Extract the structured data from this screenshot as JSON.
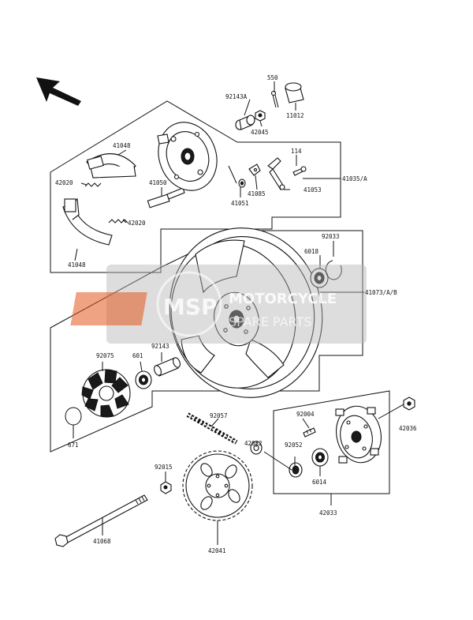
{
  "watermark": {
    "logo": "MSP",
    "line1": "MOTORCYCLE",
    "line2": "SPARE PARTS",
    "colors": {
      "accent": "#e2571e",
      "panel": "#b4b4b4"
    }
  },
  "labels": {
    "p550": "550",
    "p92143a": "92143A",
    "p11012": "11012",
    "p42045": "42045",
    "p41048a": "41048",
    "p42020a": "42020",
    "p41050": "41050",
    "p114": "114",
    "p41035": "41035/A",
    "p41085": "41085",
    "p41053": "41053",
    "p41051": "41051",
    "p42020b": "42020",
    "p41048b": "41048",
    "p92033": "92033",
    "p6018": "6018",
    "p41073": "41073/A/B",
    "p92075": "92075",
    "p601": "601",
    "p92143": "92143",
    "p671": "671",
    "p92057": "92057",
    "p92004": "92004",
    "p42036": "42036",
    "p42032": "42032",
    "p92052": "92052",
    "p92015": "92015",
    "p6014": "6014",
    "p42033": "42033",
    "p41068": "41068",
    "p42041": "42041"
  }
}
